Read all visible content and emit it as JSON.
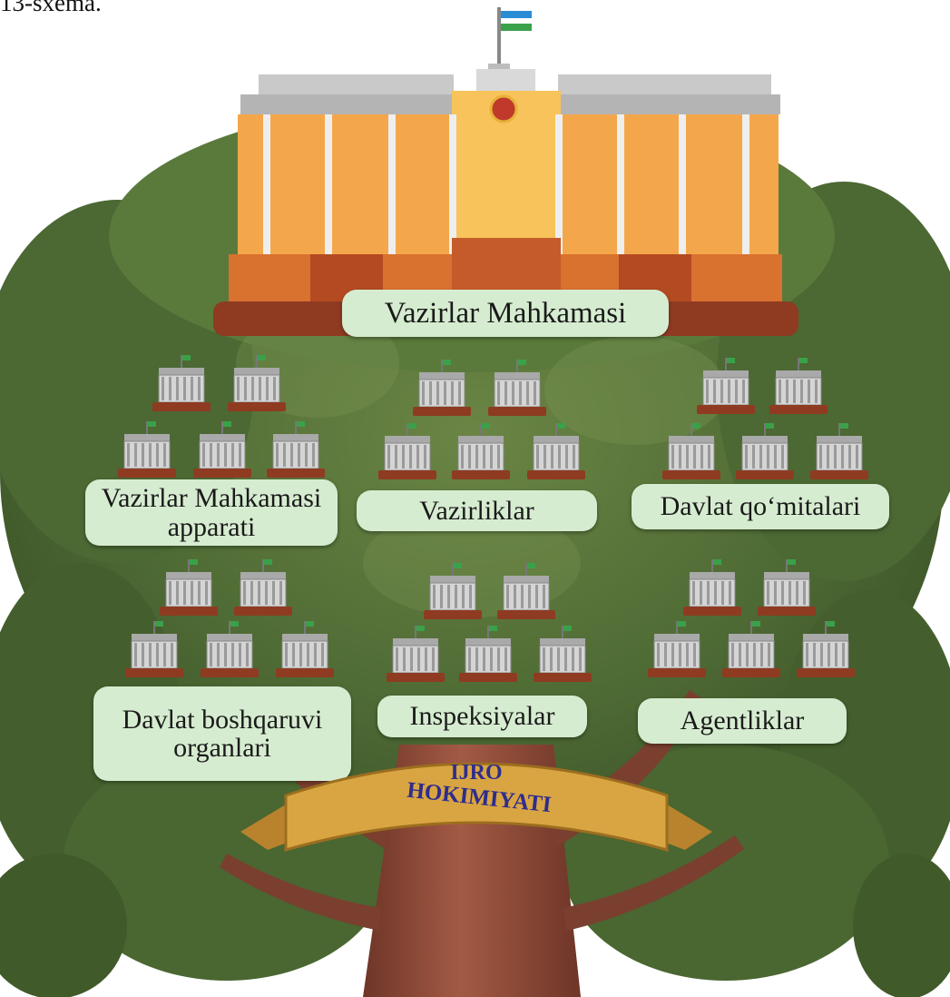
{
  "caption": "13-sxema.",
  "top_label": "Vazirlar Mahkamasi",
  "groups": [
    {
      "label": "Vazirlar Mahkamasi apparati",
      "lines": [
        "Vazirlar Mahkamasi",
        "apparati"
      ]
    },
    {
      "label": "Vazirliklar",
      "lines": [
        "Vazirliklar"
      ]
    },
    {
      "label": "Davlat qo‘mitalari",
      "lines": [
        "Davlat qo‘mitalari"
      ]
    },
    {
      "label": "Davlat boshqaruvi organlari",
      "lines": [
        "Davlat boshqaruvi",
        "organlari"
      ]
    },
    {
      "label": "Inspeksiyalar",
      "lines": [
        "Inspeksiyalar"
      ]
    },
    {
      "label": "Agentliklar",
      "lines": [
        "Agentliklar"
      ]
    }
  ],
  "banner": {
    "line1": "IJRO",
    "line2": "HOKIMIYATI"
  },
  "colors": {
    "foliage": "#4f6b35",
    "foliage_light": "#7b9553",
    "trunk": "#8a4b3a",
    "building_facade": "#f4a74a",
    "building_base": "#c55b2b",
    "label_bg": "#d6ecd0",
    "banner_gold": "#d9a542",
    "banner_text": "#2f2d8c"
  }
}
